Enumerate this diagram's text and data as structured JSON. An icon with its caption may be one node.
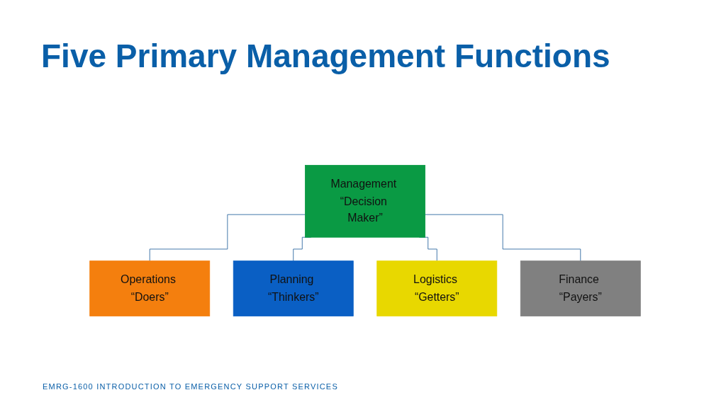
{
  "diagram": {
    "title": "Five Primary Management Functions",
    "nodes": [
      {
        "text": [
          "Management “Decision Maker”"
        ]
      },
      {
        "text": [
          "Operations “Doers”"
        ]
      },
      {
        "text": [
          "Planning “Thinkers”"
        ]
      },
      {
        "text": [
          "Logistics “Getters”"
        ]
      },
      {
        "text": [
          "Finance “Payers”"
        ]
      }
    ],
    "edges": [
      {
        "from": 0,
        "to": 1,
        "arrow": "none"
      },
      {
        "from": 0,
        "to": 2,
        "arrow": "none"
      },
      {
        "from": 0,
        "to": 3,
        "arrow": "none"
      },
      {
        "from": 0,
        "to": 4,
        "arrow": "none"
      }
    ],
    "labels": [
      "EMRG-1600 INTRODUCTION TO EMERGENCY SUPPORT SERVICES"
    ]
  }
}
